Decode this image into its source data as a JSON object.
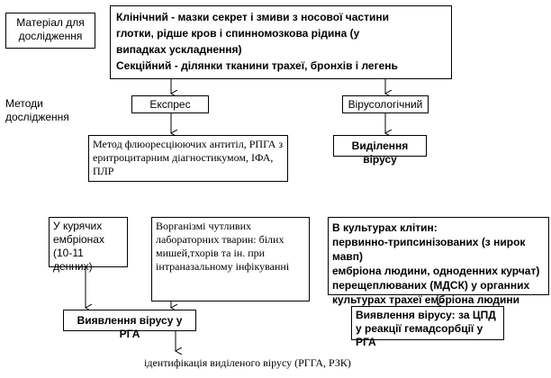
{
  "material_label": "Матеріал для дослідження",
  "material_text": {
    "line1": "Клінічний - мазки секрет і змиви з носової частини",
    "line2": "глотки, рідше кров і спинномозкова рідина (у",
    "line3": "випадках ускладнення)",
    "line4": "Секційний - ділянки тканини трахеї, бронхів і легень"
  },
  "methods_label": "Методи дослідження",
  "express": "Експрес",
  "virology": "Вірусологічний",
  "express_methods": "Метод флюоресціюючих антитіл, РПГА з еритроцитарним діагностикумом, ІФА, ПЛР",
  "virus_isolation": "Виділення вірусу",
  "chick_embryos": "У курячих ембріонах (10-11 денних)",
  "lab_animals": "Ворганізмі чутливих лабораторних тварин: білих мишей,тхорів та ін. при інтраназальному інфікуванні",
  "cell_cultures": {
    "line1": "В культурах клітин:",
    "line2": "первинно-трипсинізованих (з нирок мавп)",
    "line3": "ембріона людини, одноденних курчат)",
    "line4": "перещеплюваних (МДСК) у органних",
    "line5": "культурах трахеї ембріона людини"
  },
  "detection_rga": "Виявлення вірусу у РГА",
  "detection_cpd": "Виявлення вірусу: за ЦПД у реакції гемадсорбції у РГА",
  "identification": "ідентифікація виділеного вірусу (РГГА, РЗК)"
}
